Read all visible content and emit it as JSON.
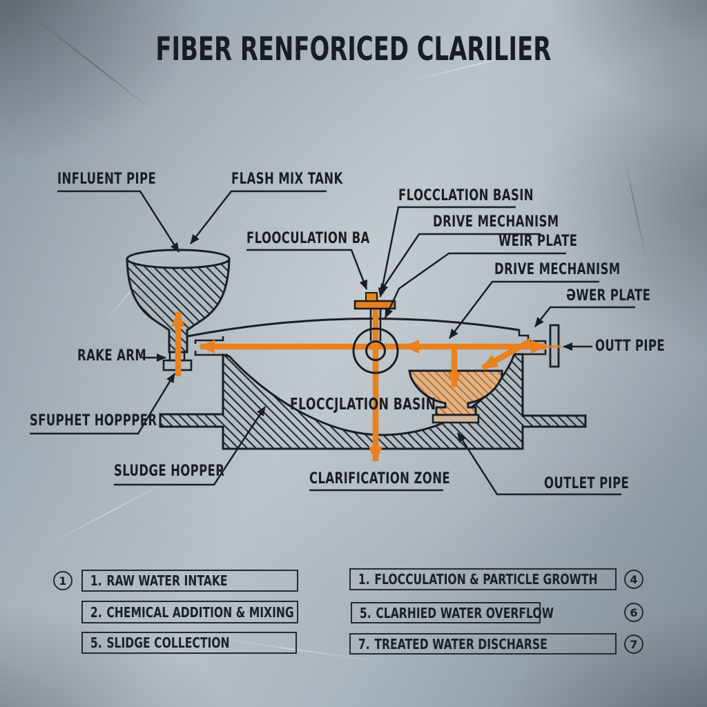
{
  "title": "FIBER RENFORICED CLARILIER",
  "colors": {
    "ink": "#1a1e22",
    "orange": "#e8811f",
    "funnel_fill": "#dfb389",
    "funnel_hatch": "#bc7434",
    "metal_light": "#b7c0c7",
    "metal_dark": "#818b94"
  },
  "labels": {
    "influent_pipe": "INFLUENT PIPE",
    "flash_mix_tank": "FLASH MIX TANK",
    "flooculation_ba": "FLOOCULATION BA",
    "flocclation_basin": "FLOCCLATION BASIN",
    "drive_mechanism_1": "DRIVE MECHANISM",
    "weir_plate": "WEIR PLATE",
    "drive_mechanism_2": "DRIVE MECHANISM",
    "swer_plate": "ƏWER PLATE",
    "outt_pipe": "OUTT PIPE",
    "rake_arm": "RAKE ARM",
    "sfuphet_hopper": "SFUPHET HOPPPER",
    "sludge_hopper": "SLUDGE HOPPER",
    "clarification_zone": "CLARIFICATION ZONE",
    "outlet_pipe": "OUTLET PIPE",
    "flocculation_basin_inner": "FLOCCJLATION BASIN"
  },
  "legend": {
    "left": {
      "circle": "1",
      "rows": [
        {
          "number": "1.",
          "label": "RAW WATER INTAKE"
        },
        {
          "number": "2.",
          "label": "CHEMICAL ADDITION & MIXING"
        },
        {
          "number": "5.",
          "label": "SLIDGE COLLECTION"
        }
      ]
    },
    "right": {
      "rows": [
        {
          "number": "1.",
          "label": "FLOCCULATION & PARTICLE GROWTH",
          "circle": "4"
        },
        {
          "number": "5.",
          "label": "CLARHIED WATER OVERFLOW",
          "circle": "6"
        },
        {
          "number": "7.",
          "label": "TREATED WATER DISCHARSE",
          "circle": "7"
        }
      ]
    }
  }
}
